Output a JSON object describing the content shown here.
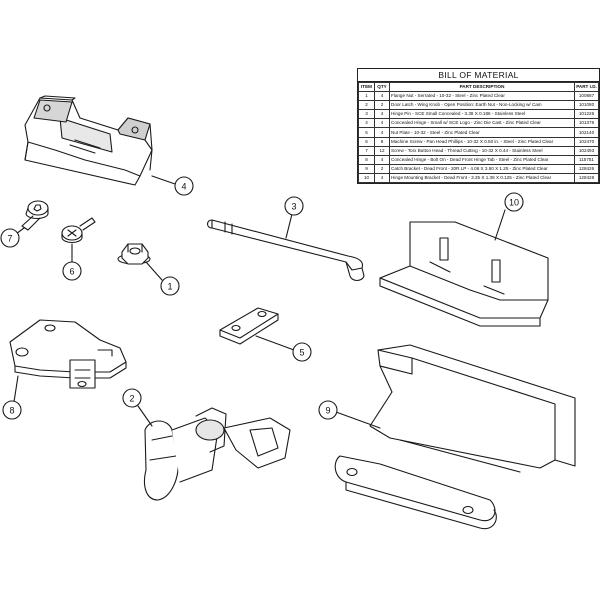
{
  "bom": {
    "title": "BILL OF MATERIAL",
    "headers": {
      "item": "ITEM",
      "qty": "QTY",
      "description": "PART DESCRIPTION",
      "part_id": "PART I.D."
    },
    "rows": [
      {
        "item": "1",
        "qty": "4",
        "description": "Flange Nut - Serrated - 10-32 - Steel - Zinc Plated Clear",
        "part_id": "100887"
      },
      {
        "item": "2",
        "qty": "2",
        "description": "Door Latch - Wing Knob - Open Position: Earth Nut - Non-Locking w/ Cam",
        "part_id": "101080"
      },
      {
        "item": "3",
        "qty": "4",
        "description": "Hinge Pin - SCE Small Concealed - 3.38 X 0.186 - Stainless Steel",
        "part_id": "101226"
      },
      {
        "item": "4",
        "qty": "4",
        "description": "Concealed Hinge - Small w/ SCE Logo - Zinc Die Cast - Zinc Plated Clear",
        "part_id": "101376"
      },
      {
        "item": "5",
        "qty": "4",
        "description": "Nut Plate - 10-32 - Steel - Zinc Plated Clear",
        "part_id": "102140"
      },
      {
        "item": "6",
        "qty": "8",
        "description": "Machine Screw - Pan Head Phillips - 10-32 X 0.50 in. - Steel - Zinc Plated Clear",
        "part_id": "102470"
      },
      {
        "item": "7",
        "qty": "12",
        "description": "Screw - Torx Button Head - Thread Cutting - 10-32 X 0.44 - Stainless Steel",
        "part_id": "102493"
      },
      {
        "item": "8",
        "qty": "4",
        "description": "Concealed Hinge - Bolt On - Dead Front Hinge Tab - Steel - Zinc Plated Clear",
        "part_id": "115751"
      },
      {
        "item": "9",
        "qty": "2",
        "description": "Catch Bracket - Dead Front - 20R LP - 4.06 X 3.50 X 1.25 - Zinc Plated Clear",
        "part_id": "128426"
      },
      {
        "item": "10",
        "qty": "4",
        "description": "Hinge Mounting Bracket - Dead Front - 3.25 X 1.38 X 0.125 - Zinc Plated Clear",
        "part_id": "128428"
      }
    ]
  },
  "callouts": {
    "c1": "1",
    "c2": "2",
    "c3": "3",
    "c4": "4",
    "c5": "5",
    "c6": "6",
    "c7": "7",
    "c8": "8",
    "c9": "9",
    "c10": "10"
  }
}
